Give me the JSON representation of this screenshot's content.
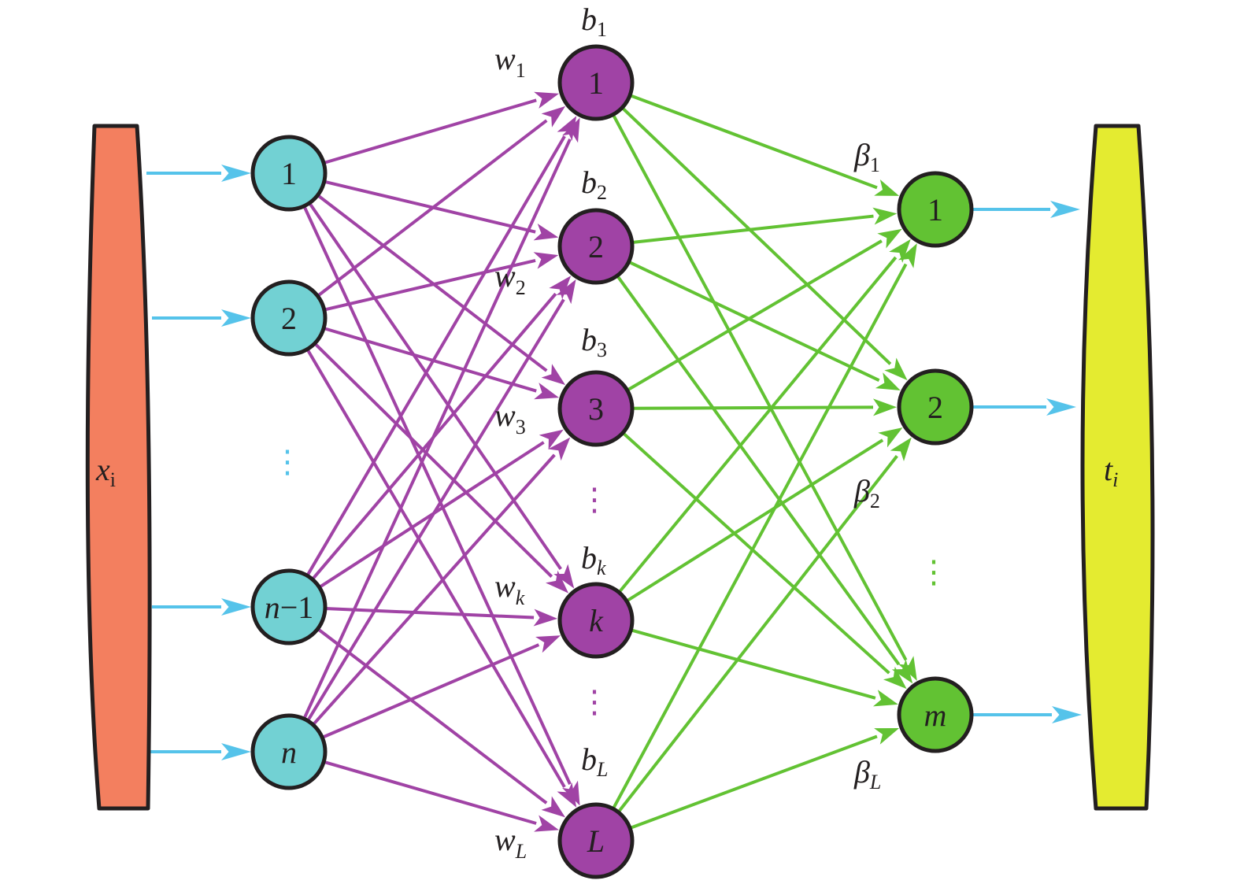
{
  "title": "Extreme learning machine network structure",
  "colors": {
    "input_bar": "#f37f5f",
    "output_bar": "#e4eb30",
    "input_node": "#72d1d3",
    "hidden_node": "#a043a5",
    "output_node": "#62c233",
    "input_arrow": "#55c3ea",
    "hidden_edge": "#a043a5",
    "output_edge": "#62c233",
    "stroke": "#231f20"
  },
  "input_bar": {
    "label": "x",
    "sub": "i"
  },
  "output_bar": {
    "label": "t",
    "sub": "i"
  },
  "input_layer": {
    "nodes": [
      {
        "label": "1",
        "italic": false
      },
      {
        "label": "2",
        "italic": false
      },
      {
        "label": "n−1",
        "italic": "mixed"
      },
      {
        "label": "n",
        "italic": true
      }
    ],
    "ellipsis": "⋮"
  },
  "hidden_layer": {
    "nodes": [
      {
        "label": "1",
        "italic": false,
        "bias": "b",
        "bias_sub": "1",
        "weight": "w",
        "weight_sub": "1"
      },
      {
        "label": "2",
        "italic": false,
        "bias": "b",
        "bias_sub": "2",
        "weight": "w",
        "weight_sub": "2"
      },
      {
        "label": "3",
        "italic": false,
        "bias": "b",
        "bias_sub": "3",
        "weight": "w",
        "weight_sub": "3"
      },
      {
        "label": "k",
        "italic": true,
        "bias": "b",
        "bias_sub": "k",
        "weight": "w",
        "weight_sub": "k"
      },
      {
        "label": "L",
        "italic": true,
        "bias": "b",
        "bias_sub": "L",
        "weight": "w",
        "weight_sub": "L"
      }
    ],
    "ellipsis": "⋮"
  },
  "output_layer": {
    "nodes": [
      {
        "label": "1",
        "italic": false
      },
      {
        "label": "2",
        "italic": false
      },
      {
        "label": "m",
        "italic": true
      }
    ],
    "ellipsis": "⋮",
    "betas": [
      {
        "symbol": "β",
        "sub": "1"
      },
      {
        "symbol": "β",
        "sub": "2"
      },
      {
        "symbol": "β",
        "sub": "L"
      }
    ]
  }
}
